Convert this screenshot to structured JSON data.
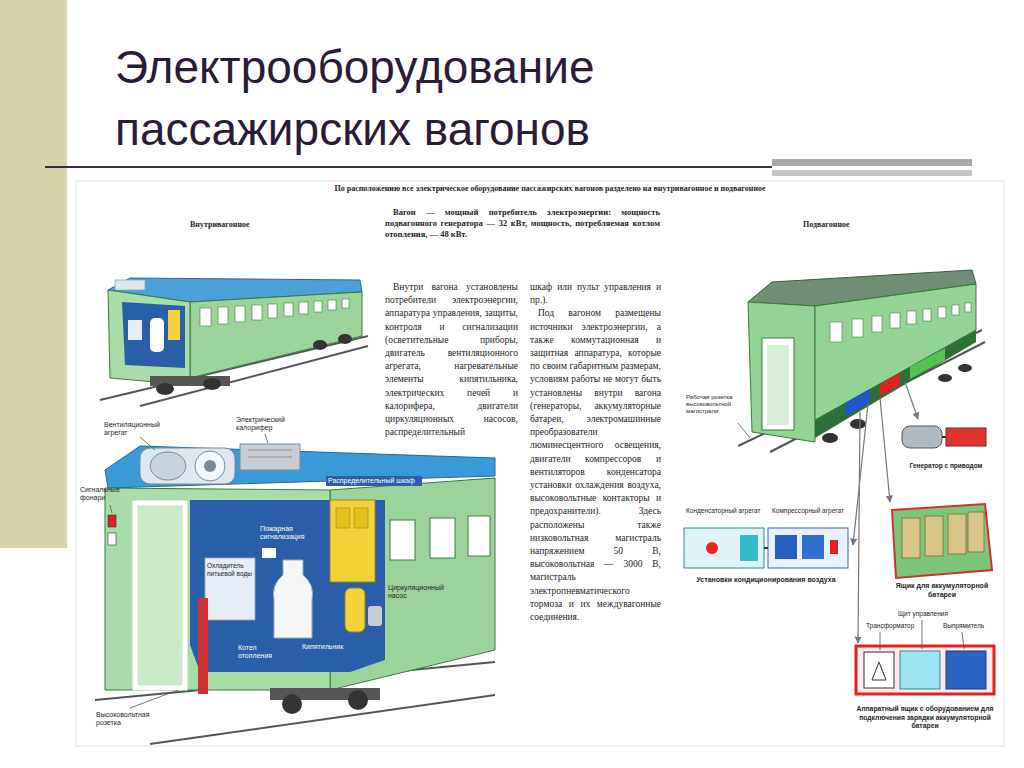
{
  "diagram": {
    "title": "Электрооборудование пассажирских вагонов",
    "nodes": [
      {
        "text": [
          "Генератор с приводом"
        ]
      },
      {
        "text": [
          "Установки кондиционирования воздуха"
        ]
      },
      {
        "text": [
          "Ящик для аккумуляторной батареи"
        ]
      },
      {
        "text": [
          "Аппаратный ящик с оборудованием для подключения зарядки аккумуляторной батареи"
        ]
      }
    ],
    "labels": [
      "По расположению все электрическое оборудование пассажирских вагонов разделено на внутривагонное и подвагонное",
      "Внутривагонное",
      "Подвагонное",
      "Вагон — мощный потребитель электроэнергии: мощность подвагонного генератора — 32 кВт, мощность, потребляемая котлом отопления, — 48 кВт.",
      "Внутри вагона установлены потребители электроэнергии, аппаратура управления, защиты, контроля и сигнализации (осветительные приборы, двигатель вентиляционного агрегата, нагревательные элементы кипятильника, электрических печей и калорифера, двигатели циркуляционных насосов, распределительный",
      "шкаф или пульт управления и пр.).",
      "Под вагоном размещены источники электроэнергии, а также коммутационная и защитная аппаратура, которые по своим габаритным размерам, условиям работы не могут быть установлены внутри вагона (генераторы, аккумуляторные батареи, электромашинные преобразователи люминесцентного освещения, двигатели компрессоров и вентиляторов конденсатора установки охлаждения воздуха, высоковольтные контакторы и предохранители). Здесь расположены также низковольтная магистраль напряжением 50 В, высоковольтная — 3000 В, магистраль электропневматического тормоза и их междувагонные соединения.",
      "Вентиляционный агрегат",
      "Электрический калорифер",
      "Распределительный шкаф",
      "Сигнальные фонари",
      "Пожарная сигнализация",
      "Охладитель питьевой воды",
      "Котел отопления",
      "Кипятильник",
      "Циркуляционный насос",
      "Высоковольтная розетка",
      "Рабочая розетка высоковольтной магистрали",
      "Конденсаторный агрегат",
      "Компрессорный агрегат",
      "Щит управления",
      "Трансформатор",
      "Выпрямитель"
    ]
  }
}
